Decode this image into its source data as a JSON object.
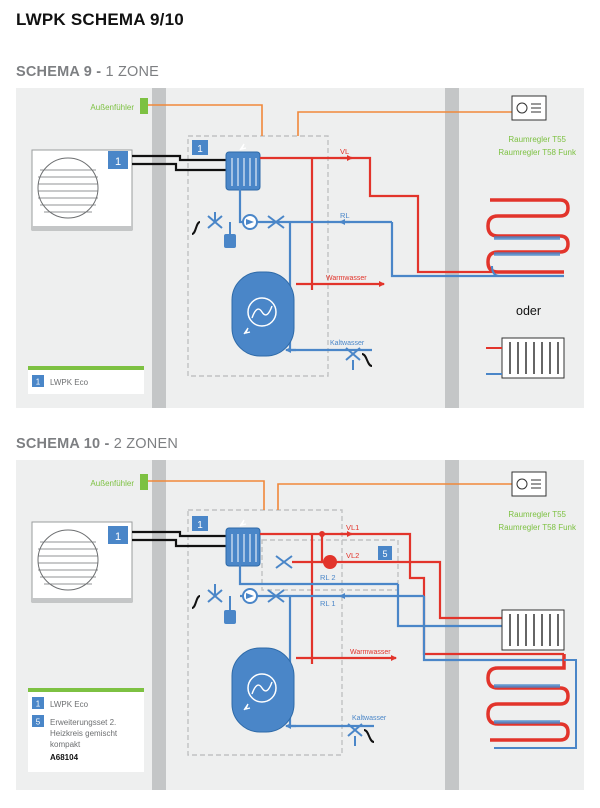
{
  "page_title": "LWPK SCHEMA 9/10",
  "colors": {
    "panel": "#eeefef",
    "wall": "#c4c6c7",
    "red": "#e2342b",
    "blue": "#4a86c8",
    "orange": "#f0883a",
    "green": "#7dc142",
    "badge": "#4a86c8",
    "dashed": "#c0c2c3"
  },
  "schema9": {
    "title": "SCHEMA 9 - ",
    "subtitle": "1 ZONE",
    "outdoor_sensor": "Außenfühler",
    "room_controller_1": "Raumregler T55",
    "room_controller_2": "Raumregler T58 Funk",
    "badge_unit": "1",
    "badge_module": "1",
    "vl": "VL",
    "rl": "RL",
    "hot_water": "Warmwasser",
    "cold_water": "Kaltwasser",
    "or_label": "oder",
    "legend": [
      {
        "num": "1",
        "text": "LWPK Eco"
      }
    ]
  },
  "schema10": {
    "title": "SCHEMA 10 - ",
    "subtitle": "2 ZONEN",
    "outdoor_sensor": "Außenfühler",
    "room_controller_1": "Raumregler T55",
    "room_controller_2": "Raumregler T58 Funk",
    "badge_unit": "1",
    "badge_module": "1",
    "badge_ext": "5",
    "vl1": "VL1",
    "vl2": "VL2",
    "rl2": "RL 2",
    "rl1": "RL 1",
    "hot_water": "Warmwasser",
    "cold_water": "Kaltwasser",
    "legend": [
      {
        "num": "1",
        "lines": [
          "LWPK Eco"
        ],
        "article": ""
      },
      {
        "num": "5",
        "lines": [
          "Erweiterungsset 2.",
          "Heizkreis gemischt",
          "kompakt"
        ],
        "article": "A68104"
      }
    ]
  }
}
